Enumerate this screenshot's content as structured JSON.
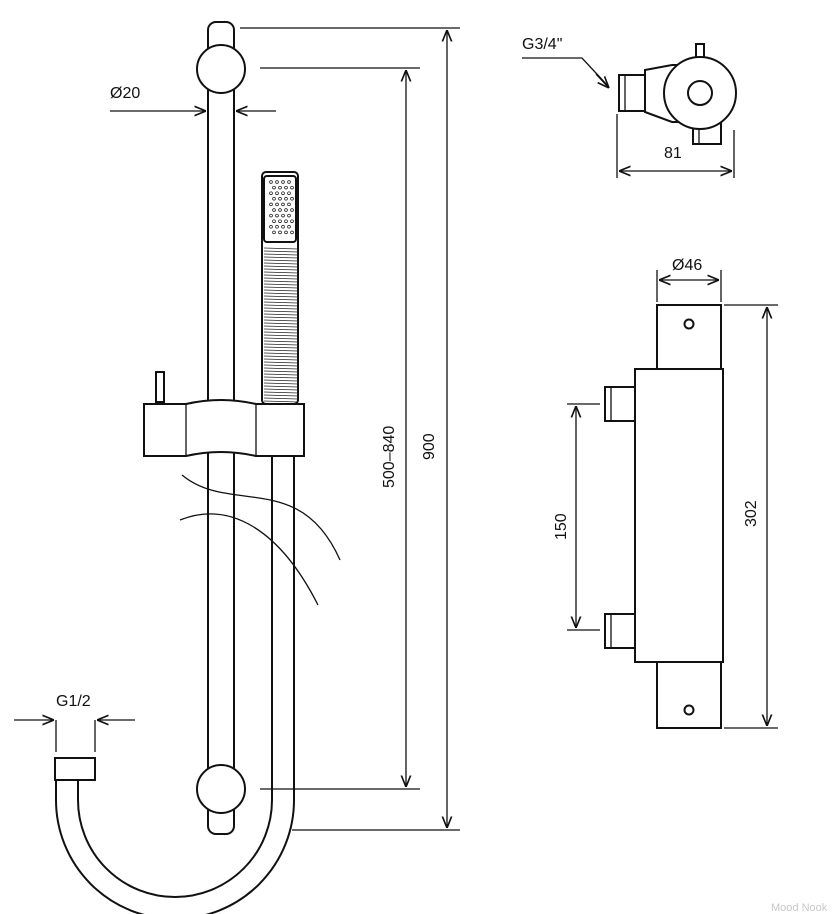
{
  "dimensions": {
    "rod_diameter": "Ø20",
    "rod_length_range": "500–840",
    "overall_height": "900",
    "inlet_thread": "G1/2",
    "valve_connection": "G3/4\"",
    "valve_depth": "81",
    "valve_diameter": "Ø46",
    "valve_length": "302",
    "inlet_spacing": "150"
  },
  "watermark": "Mood Nook",
  "colors": {
    "line": "#111111",
    "background": "#ffffff",
    "watermark": "#c8c8c8"
  }
}
